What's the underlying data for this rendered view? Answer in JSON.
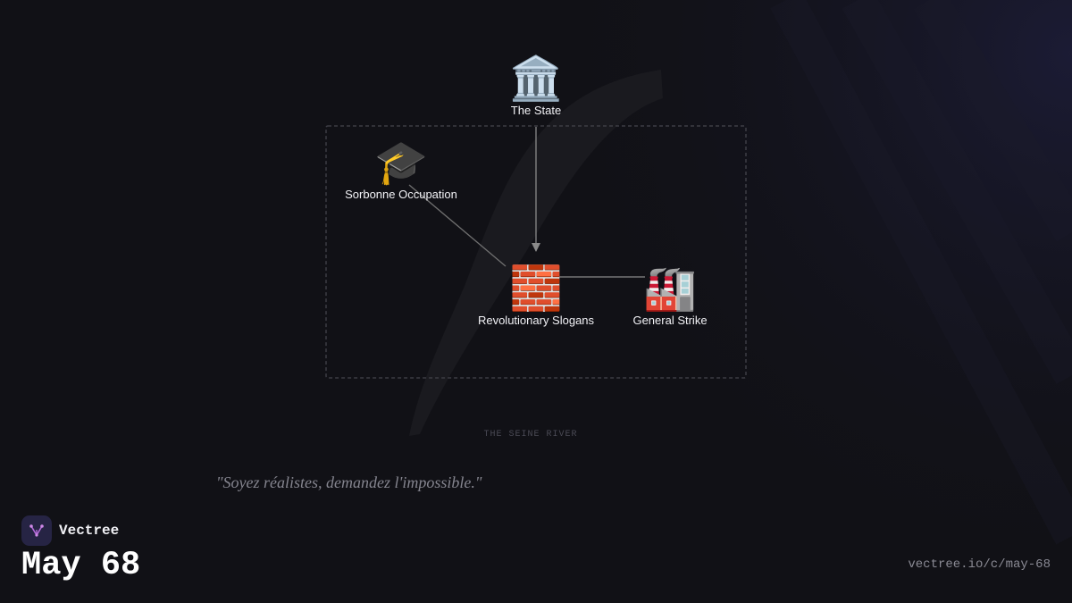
{
  "diagram": {
    "nodes": [
      {
        "id": "state",
        "label": "The State",
        "icon": "classical-building-icon",
        "glyph": "🏛️"
      },
      {
        "id": "sorbonne",
        "label": "Sorbonne Occupation",
        "icon": "graduation-cap-icon",
        "glyph": "🎓"
      },
      {
        "id": "slogans",
        "label": "Revolutionary Slogans",
        "icon": "brick-icon",
        "glyph": "🧱"
      },
      {
        "id": "strike",
        "label": "General Strike",
        "icon": "factory-icon",
        "glyph": "🏭"
      }
    ],
    "edges": [
      {
        "from": "state",
        "to": "slogans",
        "directed": true
      },
      {
        "from": "sorbonne",
        "to": "slogans",
        "directed": false
      },
      {
        "from": "slogans",
        "to": "strike",
        "directed": false
      }
    ],
    "region_label": "THE SEINE RIVER"
  },
  "quote": "\"Soyez réalistes, demandez l'impossible.\"",
  "brand": {
    "name": "Vectree",
    "icon": "vectree-logo-icon",
    "accent": "#b36ad9"
  },
  "page": {
    "title": "May 68",
    "url": "vectree.io/c/may-68"
  },
  "colors": {
    "background": "#111116",
    "edge": "#8a8a8a",
    "region_border": "#3c3c44"
  }
}
